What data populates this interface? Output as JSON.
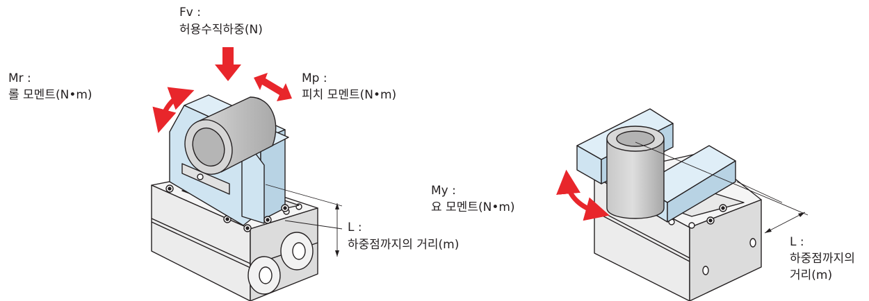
{
  "labels": {
    "fv_symbol": "Fv :",
    "fv_desc": "허용수직하중(N)",
    "mr_symbol": "Mr :",
    "mr_desc": "롤 모멘트(N•m)",
    "mp_symbol": "Mp :",
    "mp_desc": "피치 모멘트(N•m)",
    "my_symbol": "My :",
    "my_desc": "요 모멘트(N•m)",
    "l_left_symbol": "L :",
    "l_left_desc": "하중점까지의 거리(m)",
    "l_right_symbol": "L :",
    "l_right_desc_1": "하중점까지의",
    "l_right_desc_2": "거리(m)"
  },
  "colors": {
    "arrow_red": "#e8262b",
    "body_fill": "#ececec",
    "body_top": "#f4f4f4",
    "bracket_blue": "#cfe4f1",
    "cylinder_gray": "#c9c9c9",
    "line": "#231f20"
  }
}
